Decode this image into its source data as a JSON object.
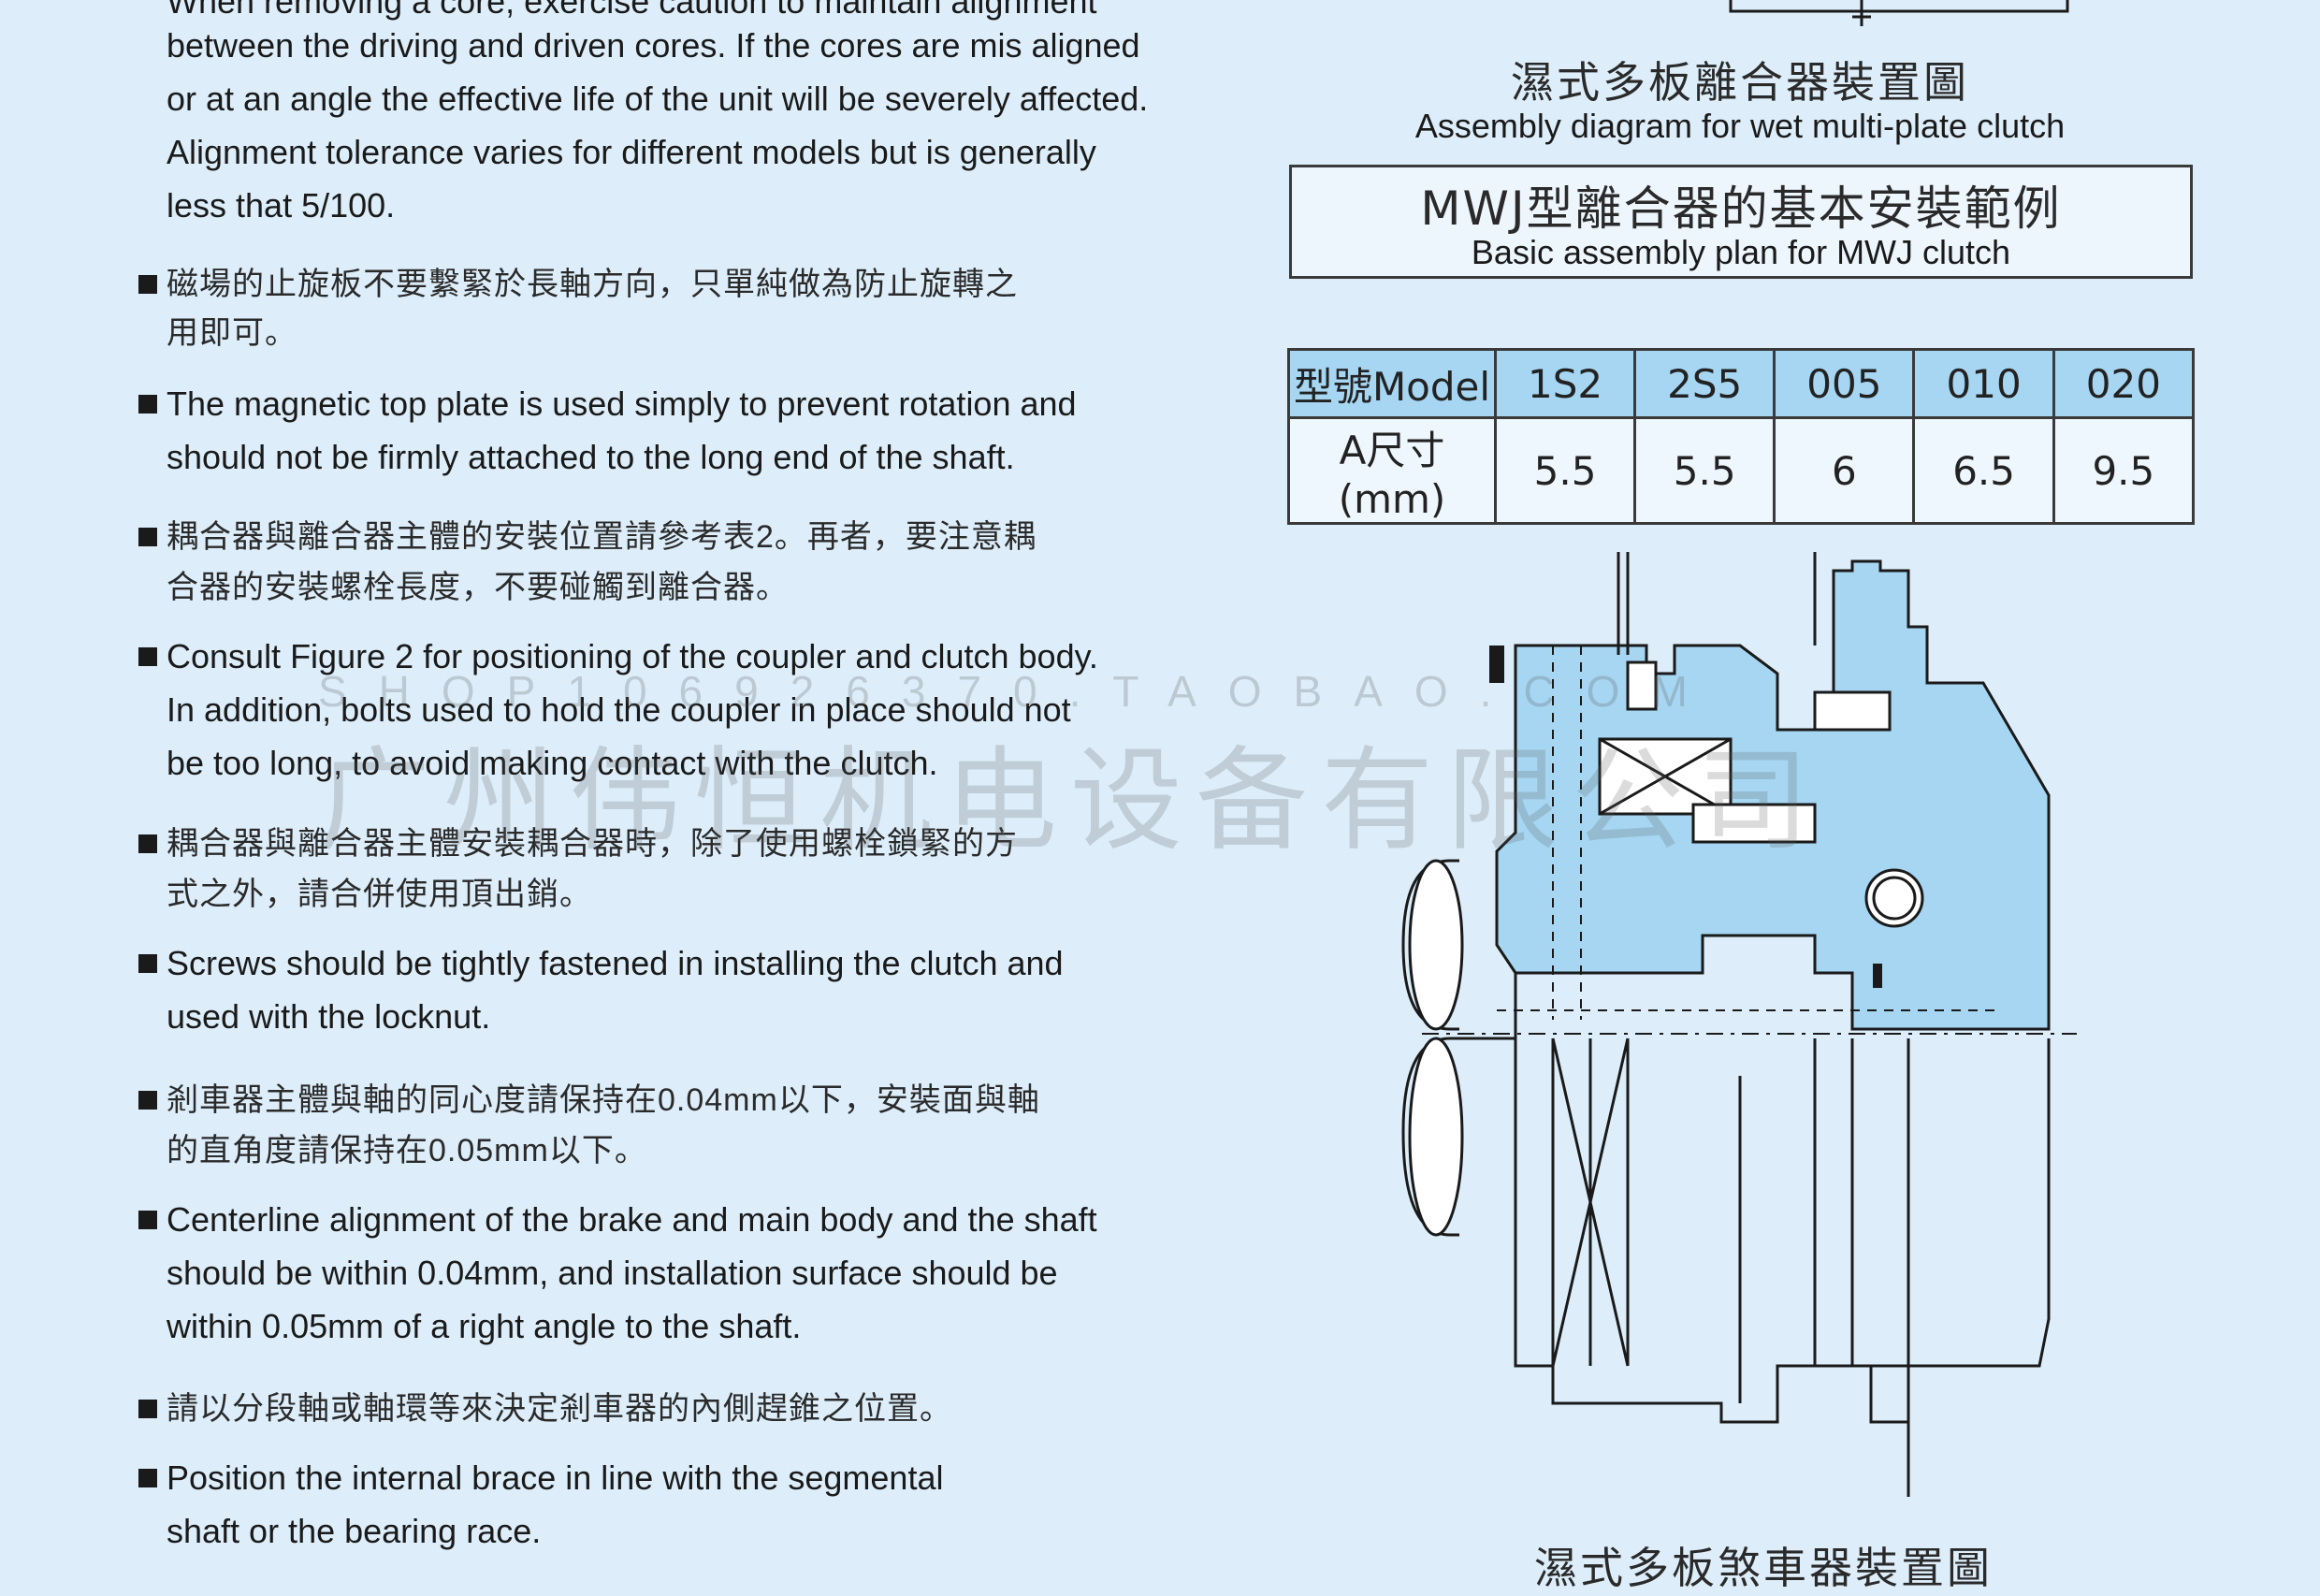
{
  "left_text": [
    {
      "type": "en",
      "bullet": false,
      "text": "When removing a core, exercise caution to maintain alignment"
    },
    {
      "type": "en",
      "bullet": false,
      "text": "between the driving and driven cores. If the cores are mis aligned"
    },
    {
      "type": "en",
      "bullet": false,
      "text": "or at an angle the effective life of the unit will be severely affected."
    },
    {
      "type": "en",
      "bullet": false,
      "text": "Alignment tolerance varies for different models but is generally"
    },
    {
      "type": "en",
      "bullet": false,
      "text": "less that 5/100."
    },
    {
      "type": "zh",
      "bullet": true,
      "text": "磁場的止旋板不要繫緊於長軸方向，只單純做為防止旋轉之"
    },
    {
      "type": "zh",
      "bullet": false,
      "text": "用即可。"
    },
    {
      "type": "en",
      "bullet": true,
      "text": "The magnetic top plate is used simply to prevent rotation and"
    },
    {
      "type": "en",
      "bullet": false,
      "text": "should not be firmly attached to the long end of the shaft."
    },
    {
      "type": "zh",
      "bullet": true,
      "text": "耦合器與離合器主體的安裝位置請參考表2。再者，要注意耦"
    },
    {
      "type": "zh",
      "bullet": false,
      "text": "合器的安裝螺栓長度，不要碰觸到離合器。"
    },
    {
      "type": "en",
      "bullet": true,
      "text": "Consult Figure 2 for positioning of the coupler and clutch body."
    },
    {
      "type": "en",
      "bullet": false,
      "text": "In addition, bolts used to hold the coupler in place should not"
    },
    {
      "type": "en",
      "bullet": false,
      "text": "be too long, to avoid making contact with the clutch."
    },
    {
      "type": "zh",
      "bullet": true,
      "text": "耦合器與離合器主體安裝耦合器時，除了使用螺栓鎖緊的方"
    },
    {
      "type": "zh",
      "bullet": false,
      "text": "式之外，請合併使用頂出銷。"
    },
    {
      "type": "en",
      "bullet": true,
      "text": "Screws should be tightly fastened in installing the clutch and"
    },
    {
      "type": "en",
      "bullet": false,
      "text": "used with the locknut."
    },
    {
      "type": "zh",
      "bullet": true,
      "text": "剎車器主體與軸的同心度請保持在0.04mm以下，安裝面與軸"
    },
    {
      "type": "zh",
      "bullet": false,
      "text": "的直角度請保持在0.05mm以下。"
    },
    {
      "type": "en",
      "bullet": true,
      "text": "Centerline alignment of the brake and main body and the shaft"
    },
    {
      "type": "en",
      "bullet": false,
      "text": "should be within 0.04mm, and installation surface should be"
    },
    {
      "type": "en",
      "bullet": false,
      "text": "within 0.05mm of a right angle to the shaft."
    },
    {
      "type": "zh",
      "bullet": true,
      "text": "請以分段軸或軸環等來決定剎車器的內側趕錐之位置。"
    },
    {
      "type": "en",
      "bullet": true,
      "text": "Position the internal brace in line with the segmental"
    },
    {
      "type": "en",
      "bullet": false,
      "text": "shaft or the bearing race."
    }
  ],
  "figure": {
    "title_zh": "濕式多板離合器裝置圖",
    "title_en": "Assembly diagram for wet multi-plate clutch"
  },
  "plan_box": {
    "title": "MWJ型離合器的基本安裝範例",
    "subtitle": "Basic assembly plan for MWJ clutch"
  },
  "spec_table": {
    "header": [
      "型號Model",
      "1S2",
      "2S5",
      "005",
      "010",
      "020"
    ],
    "row": [
      "A尺寸(mm)",
      "5.5",
      "5.5",
      "6",
      "6.5",
      "9.5"
    ]
  },
  "watermark": {
    "main": "广州伟恒机电设备有限公司",
    "sub": "SHOP106926370.TAOBAO.COM"
  },
  "bottom_caption_partial": "濕式多板煞車器裝置圖",
  "colors": {
    "background": "#ddeefa",
    "table_header": "#a6d6f2",
    "diagram_fill": "#a6d6f2",
    "line": "#1a1a1a"
  }
}
